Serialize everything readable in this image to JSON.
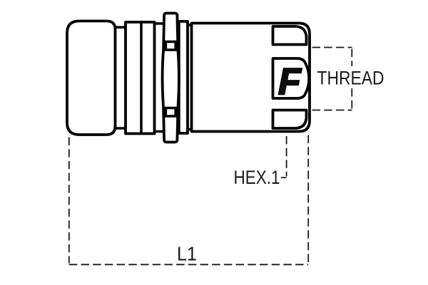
{
  "drawing": {
    "description": "Side-view technical drawing of a quick-release hydraulic coupling plug",
    "background_color": "#ffffff",
    "line_color": "#000000",
    "dash_color": "#1a1a1a",
    "logo": {
      "text": "F"
    },
    "dimensions": {
      "thread_label": "THREAD",
      "hex_label": "HEX.1",
      "length_label": "L1"
    }
  }
}
